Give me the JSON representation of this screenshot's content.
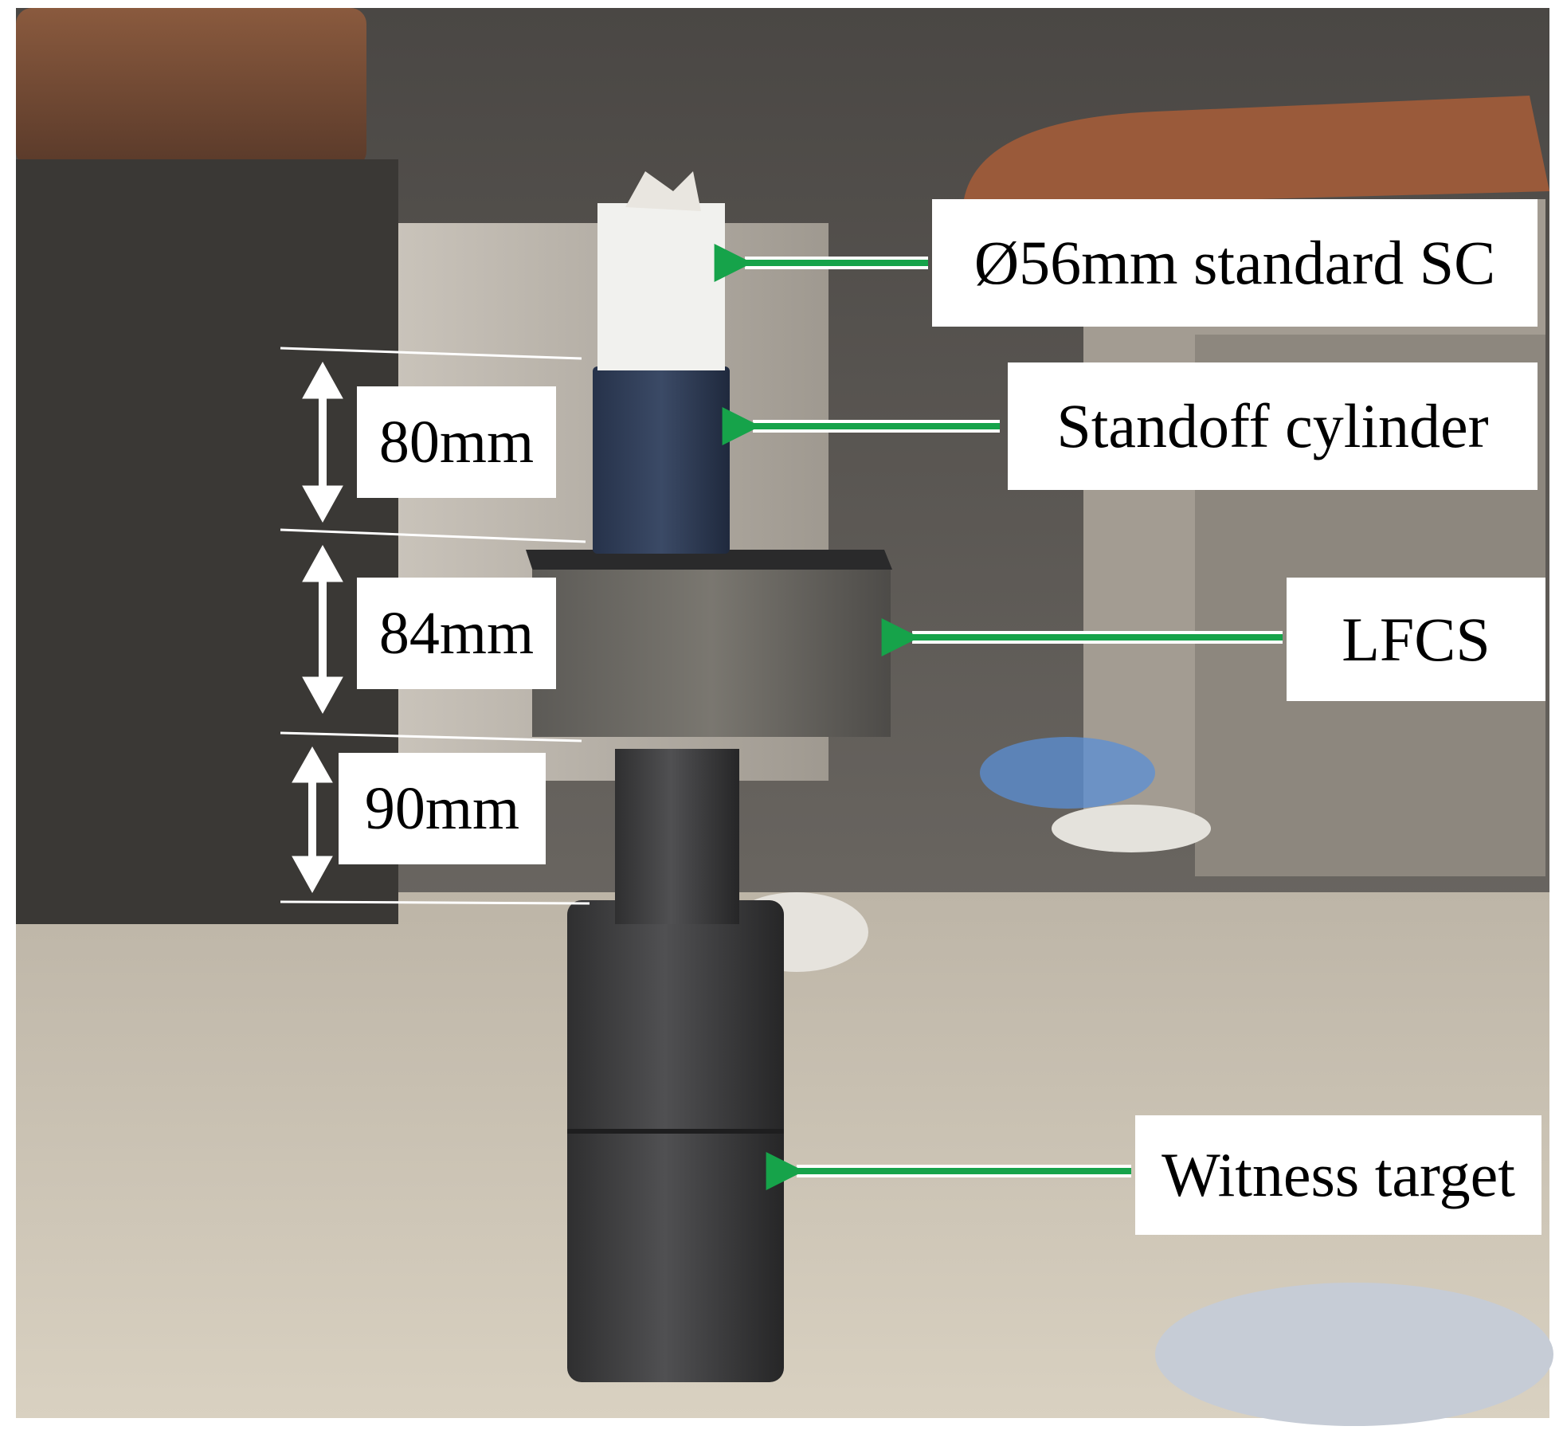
{
  "callouts": {
    "shaped_charge": "Ø56mm standard SC",
    "standoff": "Standoff cylinder",
    "lfcs": "LFCS",
    "witness": "Witness target"
  },
  "dimensions": {
    "standoff_height": "80mm",
    "lfcs_height": "84mm",
    "gap_height": "90mm"
  },
  "colors": {
    "arrow": "#16a34a",
    "label_bg": "#ffffff"
  }
}
